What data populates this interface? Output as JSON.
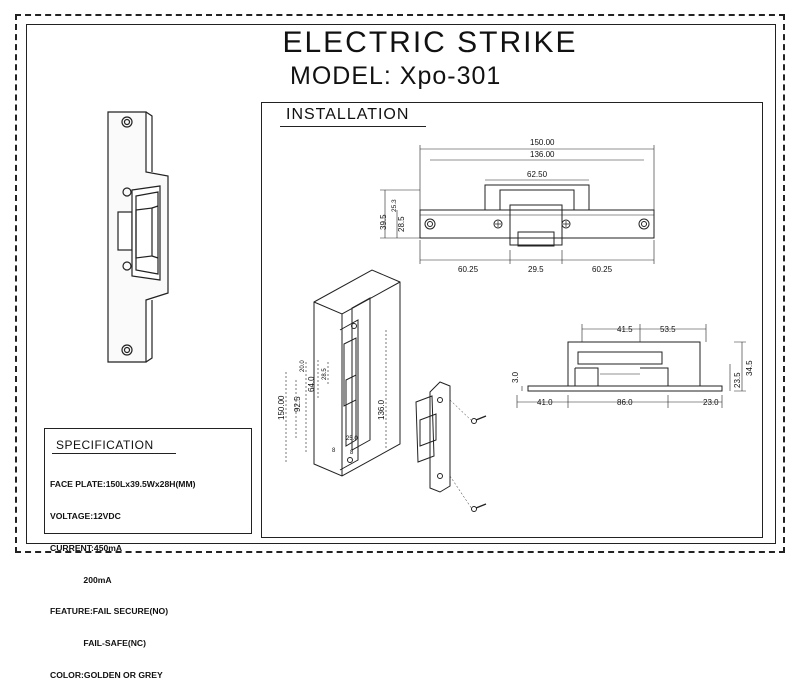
{
  "title": "ELECTRIC  STRIKE",
  "model": "MODEL: Xpo-301",
  "installation": {
    "label": "INSTALLATION"
  },
  "specification": {
    "title": "SPECIFICATION",
    "lines": [
      "FACE PLATE:150Lx39.5Wx28H(MM)",
      "VOLTAGE:12VDC",
      "CURRENT:450mA",
      "              200mA",
      "FEATURE:FAIL SECURE(NO)",
      "              FAIL-SAFE(NC)",
      "COLOR:GOLDEN OR GREY"
    ]
  },
  "front_view_dims": {
    "overall_length": "150.00",
    "hole_spacing": "136.00",
    "body_width": "62.50",
    "left_segment": "60.25",
    "middle_segment": "29.5",
    "right_segment": "60.25",
    "plate_width": "39.5",
    "body_height": "28.5",
    "offset": "25.3"
  },
  "side_view_dims": {
    "top_left": "41.5",
    "top_right": "53.5",
    "bottom_left": "41.0",
    "bottom_mid": "86.0",
    "bottom_right": "23.0",
    "thickness": "3.0",
    "height_small": "23.5",
    "height_large": "34.5"
  },
  "install_view_dims": {
    "overall": "150.00",
    "cutout": "92.5",
    "body": "64.0",
    "small1": "20.0",
    "small2": "28.5",
    "depth": "136.0",
    "w1": "25.0",
    "w2": "8",
    "w3": "8"
  }
}
